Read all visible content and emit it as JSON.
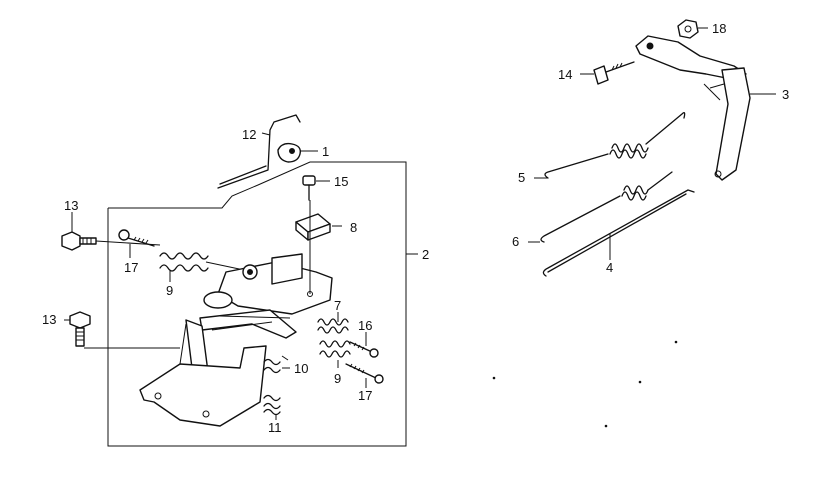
{
  "diagram": {
    "callouts": [
      {
        "id": "c1",
        "text": "1"
      },
      {
        "id": "c2",
        "text": "2"
      },
      {
        "id": "c3",
        "text": "3"
      },
      {
        "id": "c4",
        "text": "4"
      },
      {
        "id": "c5",
        "text": "5"
      },
      {
        "id": "c6",
        "text": "6"
      },
      {
        "id": "c7",
        "text": "7"
      },
      {
        "id": "c8",
        "text": "8"
      },
      {
        "id": "c9a",
        "text": "9"
      },
      {
        "id": "c9b",
        "text": "9"
      },
      {
        "id": "c10",
        "text": "10"
      },
      {
        "id": "c11",
        "text": "11"
      },
      {
        "id": "c12",
        "text": "12"
      },
      {
        "id": "c13a",
        "text": "13"
      },
      {
        "id": "c13b",
        "text": "13"
      },
      {
        "id": "c14",
        "text": "14"
      },
      {
        "id": "c15",
        "text": "15"
      },
      {
        "id": "c16",
        "text": "16"
      },
      {
        "id": "c17a",
        "text": "17"
      },
      {
        "id": "c17b",
        "text": "17"
      },
      {
        "id": "c18",
        "text": "18"
      }
    ]
  }
}
